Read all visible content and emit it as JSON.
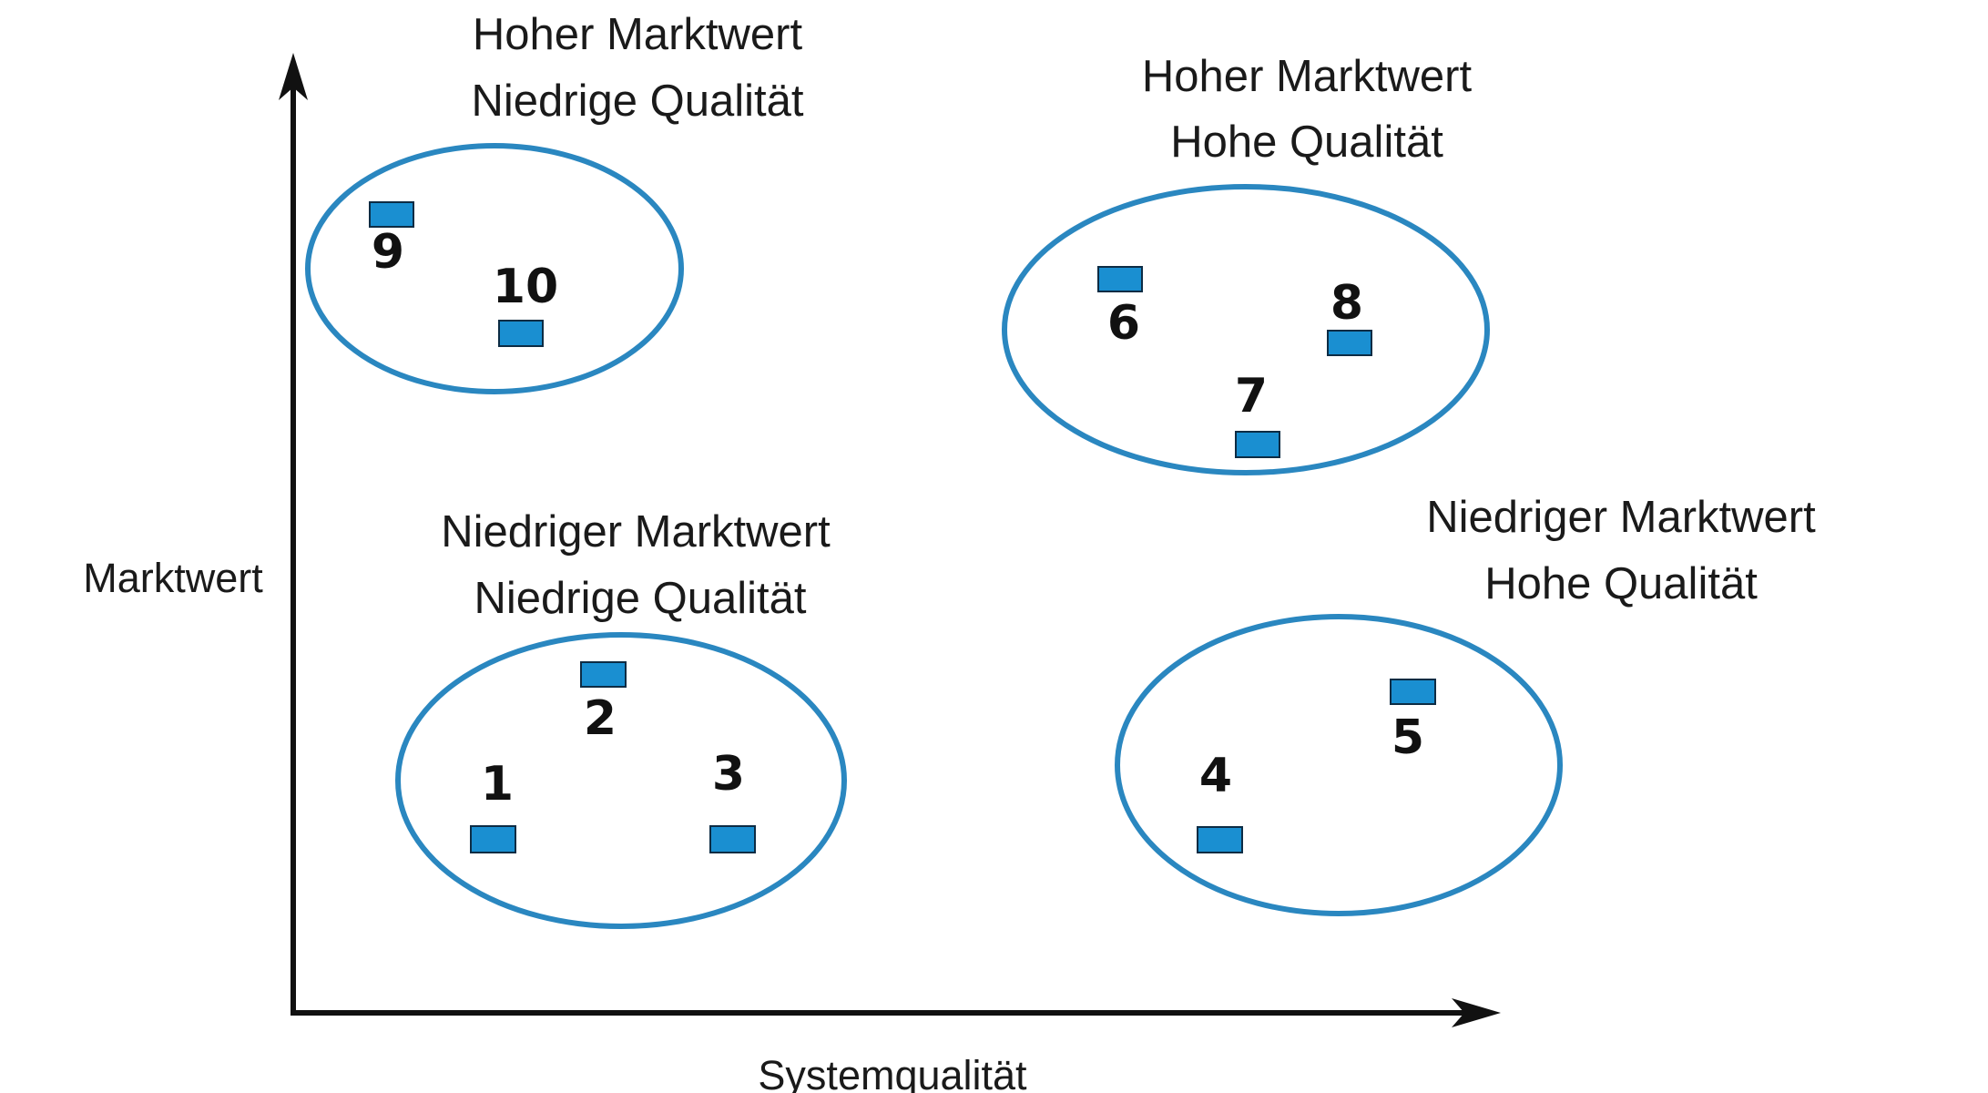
{
  "axes": {
    "x_label": "Systemqualität",
    "y_label": "Marktwert"
  },
  "quadrants": [
    {
      "line1": "Hoher Marktwert",
      "line2": "Niedrige Qualität"
    },
    {
      "line1": "Hoher Marktwert",
      "line2": "Hohe Qualität"
    },
    {
      "line1": "Niedriger Marktwert",
      "line2": "Niedrige Qualität"
    },
    {
      "line1": "Niedriger Marktwert",
      "line2": "Hohe Qualität"
    }
  ],
  "systems": [
    "1",
    "2",
    "3",
    "4",
    "5",
    "6",
    "7",
    "8",
    "9",
    "10"
  ],
  "colors": {
    "cluster_outline": "#2a87c0",
    "marker_fill": "#1a8fd1",
    "axis": "#111111"
  }
}
